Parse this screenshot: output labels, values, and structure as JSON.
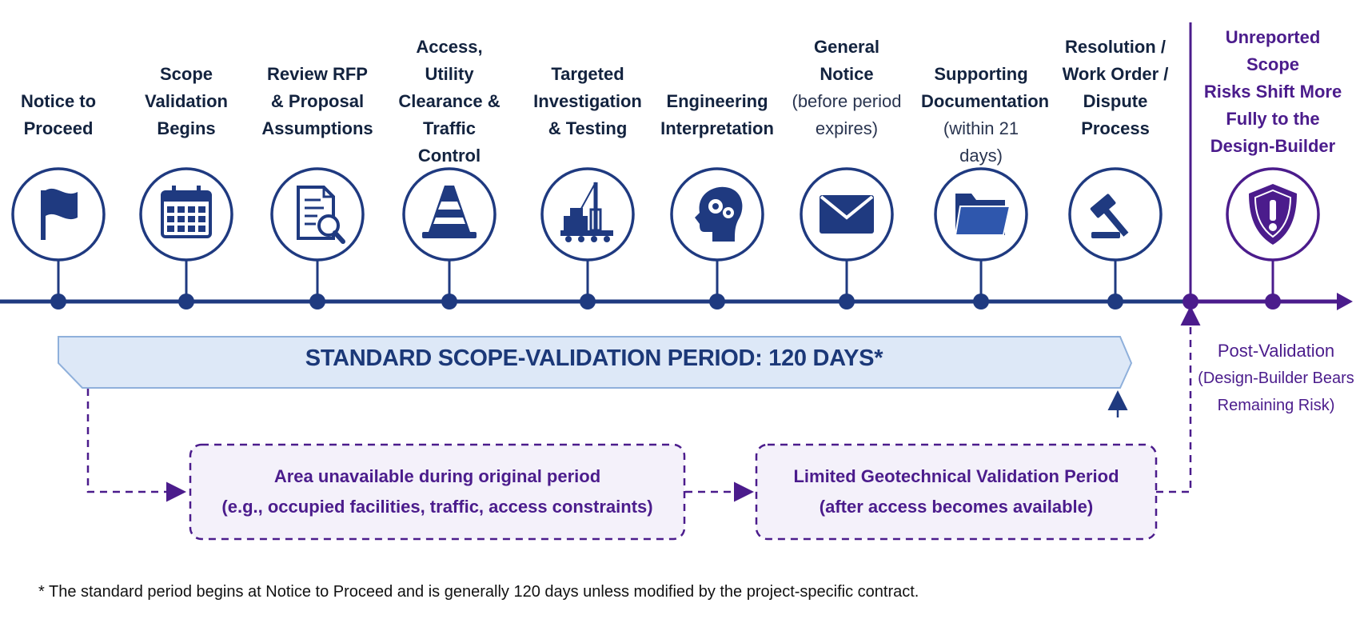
{
  "steps": [
    {
      "title_lines": [
        "Notice to",
        "Proceed"
      ],
      "sub_lines": [],
      "icon": "flag-icon"
    },
    {
      "title_lines": [
        "Scope",
        "Validation",
        "Begins"
      ],
      "sub_lines": [],
      "icon": "calendar-icon"
    },
    {
      "title_lines": [
        "Review RFP",
        "& Proposal",
        "Assumptions"
      ],
      "sub_lines": [],
      "icon": "document-search-icon"
    },
    {
      "title_lines": [
        "Access,",
        "Utility",
        "Clearance &",
        "Traffic Control"
      ],
      "sub_lines": [],
      "icon": "traffic-cone-icon"
    },
    {
      "title_lines": [
        "Targeted",
        "Investigation",
        "& Testing"
      ],
      "sub_lines": [],
      "icon": "drill-rig-icon"
    },
    {
      "title_lines": [
        "Engineering",
        "Interpretation"
      ],
      "sub_lines": [],
      "icon": "head-gears-icon"
    },
    {
      "title_lines": [
        "General",
        "Notice"
      ],
      "sub_lines": [
        "(before period",
        "expires)"
      ],
      "icon": "envelope-icon"
    },
    {
      "title_lines": [
        "Supporting",
        "Documentation"
      ],
      "sub_lines": [
        "(within 21 days)"
      ],
      "icon": "folder-icon"
    },
    {
      "title_lines": [
        "Resolution /",
        "Work Order /",
        "Dispute",
        "Process"
      ],
      "sub_lines": [],
      "icon": "gavel-icon"
    }
  ],
  "final_step": {
    "title_lines": [
      "Unreported Scope",
      "Risks Shift More",
      "Fully to the",
      "Design-Builder"
    ],
    "icon": "shield-alert-icon"
  },
  "standard_period_label": "STANDARD SCOPE-VALIDATION PERIOD: 120 DAYS*",
  "unavailable_box": {
    "line1": "Area unavailable during original period",
    "line2": "(e.g., occupied facilities, traffic, access constraints)"
  },
  "limited_box": {
    "line1": "Limited Geotechnical Validation Period",
    "line2": "(after access becomes available)"
  },
  "post_validation": {
    "line1": "Post-Validation",
    "line2": "(Design-Builder Bears",
    "line3": "Remaining Risk)"
  },
  "footnote": "* The standard period begins at Notice to Proceed and is generally 120 days unless modified by the project-specific contract.",
  "colors": {
    "navy": "#1f3a80",
    "dark_navy": "#162a5c",
    "purple": "#4b1c8c",
    "band_fill": "#dde8f7",
    "band_stroke": "#8fb0db",
    "box_fill": "#f4f1fa"
  }
}
